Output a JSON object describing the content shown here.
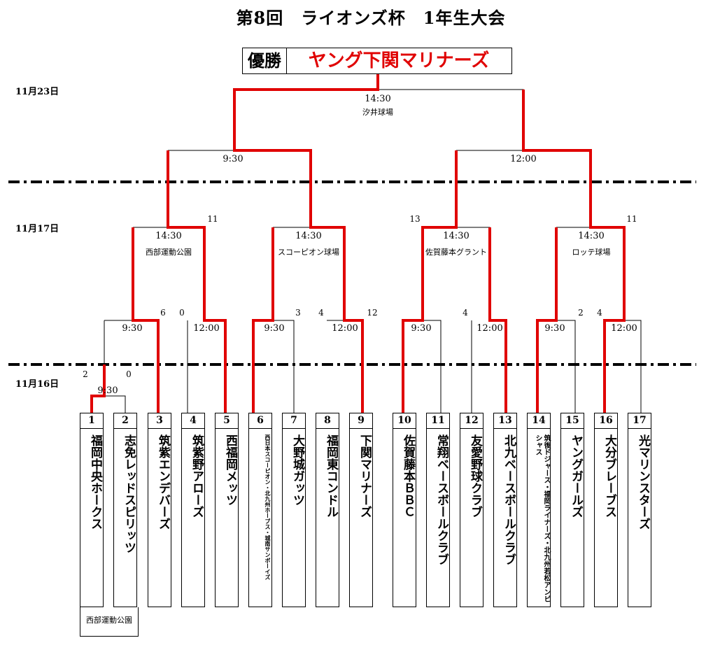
{
  "title": "第8回　ライオンズ杯　1年生大会",
  "champion": {
    "label": "優勝",
    "team": "ヤング下関マリナーズ"
  },
  "dates": {
    "d1": "11月23日",
    "d2": "11月17日",
    "d3": "11月16日"
  },
  "final": {
    "time": "14:30",
    "venue": "汐井球場"
  },
  "semis": [
    {
      "time": "9:30"
    },
    {
      "time": "12:00"
    }
  ],
  "qf": [
    {
      "time": "14:30",
      "venue": "西部運動公園",
      "score_right": "11"
    },
    {
      "time": "14:30",
      "venue": "スコーピオン球場"
    },
    {
      "time": "14:30",
      "venue": "佐賀藤本グラント",
      "score_left": "13"
    },
    {
      "time": "14:30",
      "venue": "ロッテ球場",
      "score_right": "11"
    }
  ],
  "r1": [
    {
      "time": "9:30",
      "score_right": "6"
    },
    {
      "time": "12:00",
      "score_left": "0"
    },
    {
      "time": "9:30",
      "score_right": "3"
    },
    {
      "time": "12:00",
      "score_left": "4",
      "score_right": "12"
    },
    {
      "time": "9:30"
    },
    {
      "time": "12:00",
      "score_left": "4"
    },
    {
      "time": "9:30",
      "score_right": "2"
    },
    {
      "time": "12:00",
      "score_left": "4"
    }
  ],
  "prelim": {
    "time": "9:30",
    "score_left": "2",
    "score_right": "0"
  },
  "teams": [
    {
      "num": "1",
      "name": "福岡中央ホークス"
    },
    {
      "num": "2",
      "name": "志免レッドスピリッツ"
    },
    {
      "num": "3",
      "name": "筑紫エンデバーズ"
    },
    {
      "num": "4",
      "name": "筑紫野アローズ"
    },
    {
      "num": "5",
      "name": "西福岡メッツ"
    },
    {
      "num": "6",
      "name": "西日本スコーピオン・北九州ホープス・城南サンボーイズ"
    },
    {
      "num": "7",
      "name": "大野城ガッツ"
    },
    {
      "num": "8",
      "name": "福岡東コンドル"
    },
    {
      "num": "9",
      "name": "下関マリナーズ"
    },
    {
      "num": "10",
      "name": "佐賀藤本ＢＢＣ"
    },
    {
      "num": "11",
      "name": "常翔ベースボールクラブ"
    },
    {
      "num": "12",
      "name": "友愛野球クラブ"
    },
    {
      "num": "13",
      "name": "北九ベースボールクラブ"
    },
    {
      "num": "14",
      "name": "筑後ドジャース・福岡ライナーズ・北九州若松アンビシャス"
    },
    {
      "num": "15",
      "name": "ヤングガールズ"
    },
    {
      "num": "16",
      "name": "大分ブレーブス"
    },
    {
      "num": "17",
      "name": "光マリンスターズ"
    }
  ],
  "footer_venue": "西部運動公園",
  "colors": {
    "winner": "#e00000",
    "line": "#000000"
  }
}
